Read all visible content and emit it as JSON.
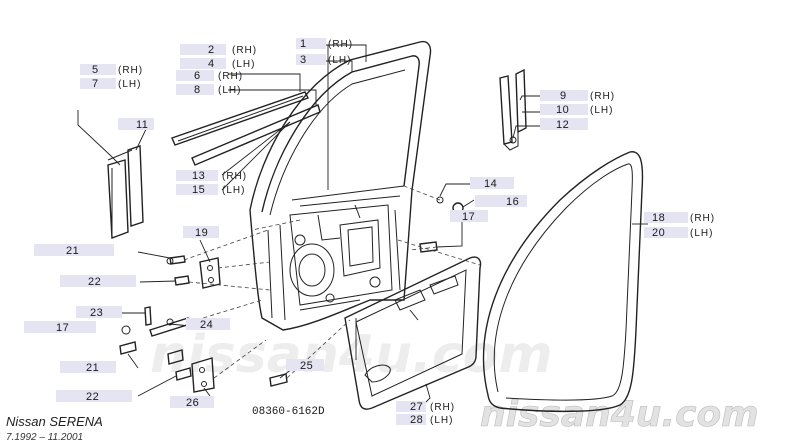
{
  "labels": {
    "p1": "1",
    "p2": "2",
    "p3": "3",
    "p4": "4",
    "p5": "5",
    "p6": "6",
    "p7": "7",
    "p8": "8",
    "p9": "9",
    "p10": "10",
    "p11": "11",
    "p12": "12",
    "p13": "13",
    "p14": "14",
    "p15": "15",
    "p16": "16",
    "p17a": "17",
    "p17b": "17",
    "p18": "18",
    "p19": "19",
    "p20": "20",
    "p21a": "21",
    "p21b": "21",
    "p22a": "22",
    "p22b": "22",
    "p23": "23",
    "p24": "24",
    "p25": "25",
    "p26": "26",
    "p27": "27",
    "p28": "28"
  },
  "sides": {
    "rh": "(RH)",
    "lh": "(LH)"
  },
  "part_code": "08360-6162D",
  "footer": {
    "model": "Nissan SERENA",
    "dates": "7.1992 – 11.2001"
  },
  "watermark": {
    "center": "nissan4u.com",
    "corner": "nissan4u.com"
  },
  "colors": {
    "label_highlight": "#e4e4f3",
    "line": "#222222",
    "watermark": "#cfcfcf"
  }
}
